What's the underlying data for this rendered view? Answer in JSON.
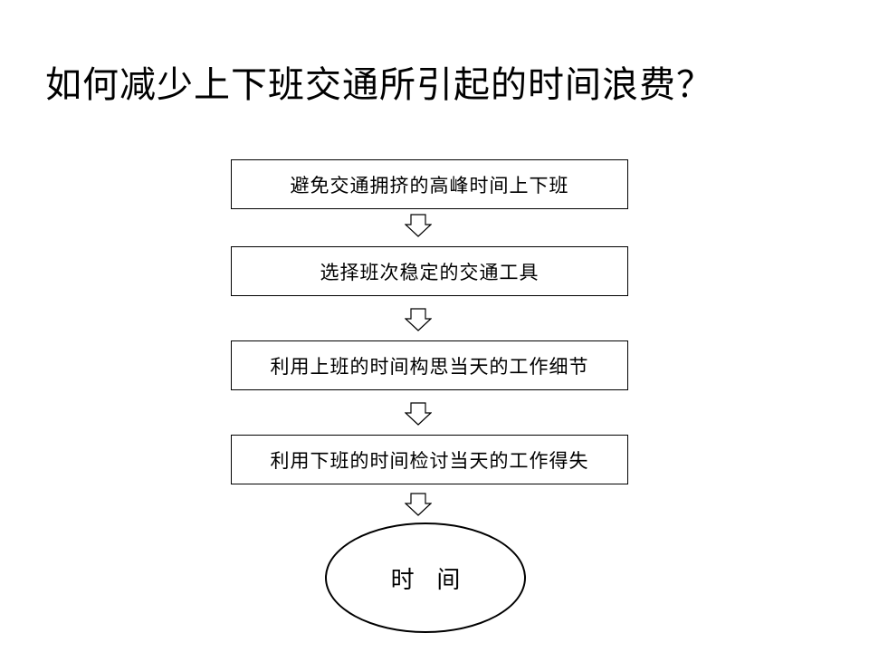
{
  "title": "如何减少上下班交通所引起的时间浪费？",
  "steps": [
    "避免交通拥挤的高峰时间上下班",
    "选择班次稳定的交通工具",
    "利用上班的时间构思当天的工作细节",
    "利用下班的时间检讨当天的工作得失"
  ],
  "end_label": "时   间",
  "arrow_icon": "hollow-down-arrow-icon",
  "colors": {
    "stroke": "#000000",
    "background": "#ffffff"
  }
}
